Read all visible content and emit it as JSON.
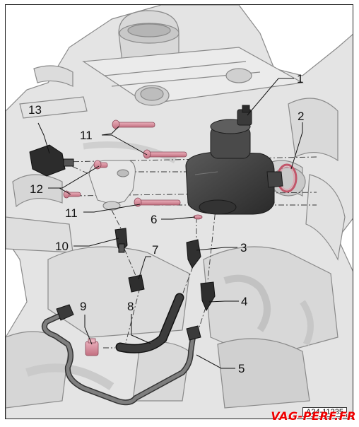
{
  "callouts": {
    "c1": "1",
    "c2": "2",
    "c3": "3",
    "c4": "4",
    "c5": "5",
    "c6": "6",
    "c7": "7",
    "c8": "8",
    "c9": "9",
    "c10": "10",
    "c11a": "11",
    "c11b": "11",
    "c12": "12",
    "c13": "13"
  },
  "reference_code": "A24-11235",
  "watermark_text": "VAG-PERF.FR",
  "colors": {
    "engine_light": "#e8e8e8",
    "engine_mid": "#c9c9c9",
    "engine_dark": "#9a9a9a",
    "part_dark": "#3a3a3a",
    "bolt_pink": "#d98a9a",
    "watermark_red": "#e00000"
  }
}
